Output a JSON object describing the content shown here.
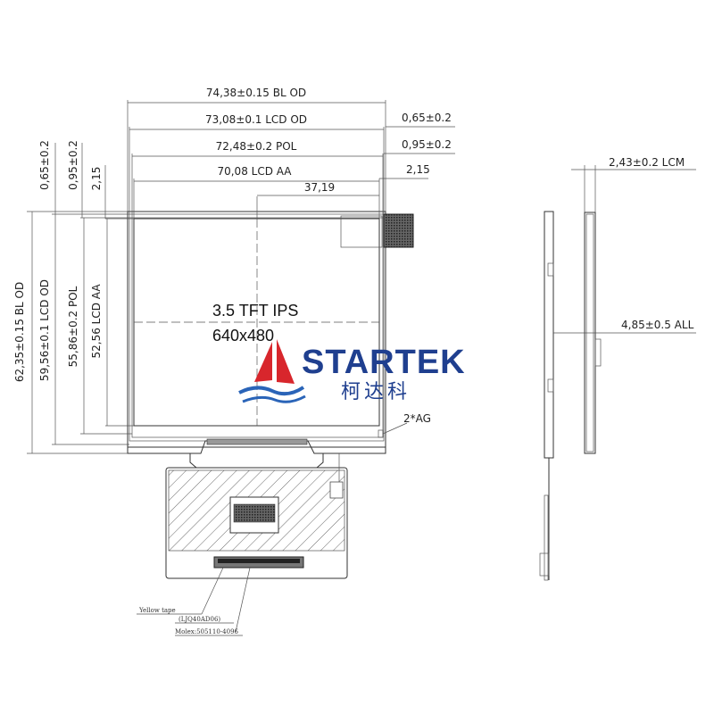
{
  "drawing": {
    "dimensions_top": {
      "bl_od": "74,38±0.15 BL OD",
      "lcd_od": "73,08±0.1 LCD OD",
      "pol": "72,48±0.2 POL",
      "lcd_aa": "70,08 LCD AA",
      "center": "37,19",
      "right_065": "0,65±0.2",
      "right_095": "0,95±0.2",
      "right_215": "2,15"
    },
    "dimensions_left": {
      "bl_od": "62,35±0.15 BL OD",
      "lcd_od": "59,56±0.1 LCD OD",
      "pol": "55,86±0.2 POL",
      "lcd_aa": "52,56 LCD AA",
      "top_065": "0,65±0.2",
      "top_095": "0,95±0.2",
      "top_215": "2,15"
    },
    "side_view": {
      "lcm": "2,43±0.2 LCM",
      "all": "4,85±0.5 ALL"
    },
    "panel": {
      "type": "3.5 TFT IPS",
      "resolution": "640x480",
      "ag": "2*AG"
    },
    "notes": {
      "yellow_tape": "Yellow tape",
      "connector_1": "(LJQ40AD06)",
      "connector_2": "Molex:505110-4096"
    }
  },
  "logo": {
    "brand": "STARTEK",
    "brand_cn": "柯达科",
    "colors": {
      "blue": "#1f3f8f",
      "red": "#d8262c",
      "wave": "#2a64b8"
    }
  }
}
